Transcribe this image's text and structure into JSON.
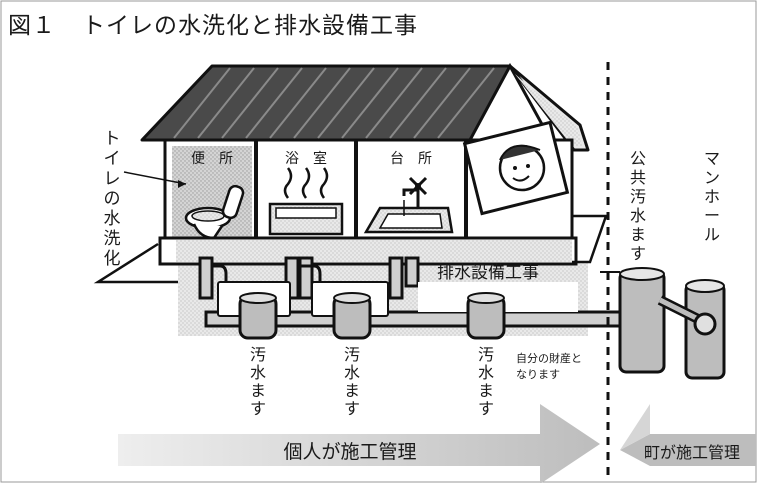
{
  "figure": {
    "number": "図１",
    "title": "トイレの水洗化と排水設備工事"
  },
  "rooms": {
    "toilet": "便　所",
    "bath": "浴　室",
    "kitchen": "台　所"
  },
  "labels": {
    "toilet_flush": "トイレの水洗化",
    "drainage_work": "排水設備工事",
    "public_basin": "公共汚水ます",
    "manhole": "マンホール",
    "basin": "汚水ます",
    "own_property": [
      "自分の財産と",
      "なります"
    ]
  },
  "banners": {
    "individual": "個人が施工管理",
    "town": "町が施工管理"
  }
}
